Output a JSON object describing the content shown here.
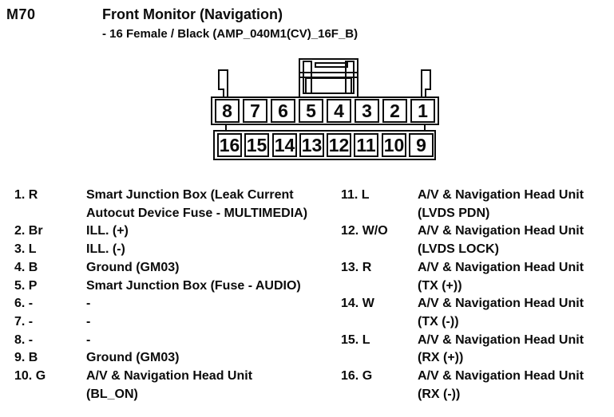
{
  "header": {
    "code": "M70",
    "title": "Front Monitor (Navigation)",
    "subtitle": "- 16 Female / Black (AMP_040M1(CV)_16F_B)"
  },
  "connector": {
    "top_row": [
      "8",
      "7",
      "6",
      "5",
      "4",
      "3",
      "2",
      "1"
    ],
    "bottom_row": [
      "16",
      "15",
      "14",
      "13",
      "12",
      "11",
      "10",
      "9"
    ]
  },
  "pins_left": [
    {
      "label": "1. R",
      "line1": "Smart Junction Box (Leak Current",
      "line2": "Autocut Device Fuse - MULTIMEDIA)"
    },
    {
      "label": "2. Br",
      "line1": "ILL. (+)",
      "line2": ""
    },
    {
      "label": "3. L",
      "line1": "ILL. (-)",
      "line2": ""
    },
    {
      "label": "4. B",
      "line1": "Ground (GM03)",
      "line2": ""
    },
    {
      "label": "5. P",
      "line1": "Smart Junction Box (Fuse - AUDIO)",
      "line2": ""
    },
    {
      "label": "6. -",
      "line1": "-",
      "line2": ""
    },
    {
      "label": "7. -",
      "line1": "-",
      "line2": ""
    },
    {
      "label": "8. -",
      "line1": "-",
      "line2": ""
    },
    {
      "label": "9. B",
      "line1": "Ground (GM03)",
      "line2": ""
    },
    {
      "label": "10. G",
      "line1": "A/V & Navigation Head Unit",
      "line2": "(BL_ON)"
    }
  ],
  "pins_right": [
    {
      "label": "11. L",
      "line1": "A/V & Navigation Head Unit",
      "line2": "(LVDS PDN)"
    },
    {
      "label": "12. W/O",
      "line1": "A/V & Navigation Head Unit",
      "line2": "(LVDS LOCK)"
    },
    {
      "label": "13. R",
      "line1": "A/V & Navigation Head Unit",
      "line2": "(TX (+))"
    },
    {
      "label": "14. W",
      "line1": "A/V & Navigation Head Unit",
      "line2": "(TX (-))"
    },
    {
      "label": "15. L",
      "line1": "A/V & Navigation Head Unit",
      "line2": "(RX (+))"
    },
    {
      "label": "16. G",
      "line1": "A/V & Navigation Head Unit",
      "line2": "(RX (-))"
    }
  ]
}
